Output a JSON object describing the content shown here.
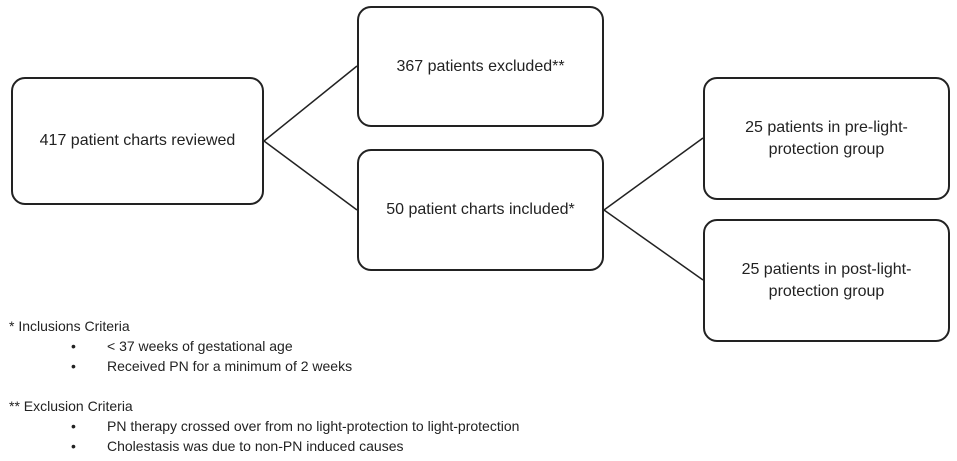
{
  "flowchart": {
    "reviewed": "417 patient charts reviewed",
    "excluded": "367 patients excluded**",
    "included": "50 patient charts included*",
    "pre_group": "25 patients in pre-light-protection group",
    "post_group": "25 patients in post-light-protection group"
  },
  "inclusion": {
    "heading": "* Inclusions Criteria",
    "items": [
      "< 37 weeks of gestational age",
      "Received PN for a minimum of 2 weeks"
    ]
  },
  "exclusion": {
    "heading": "** Exclusion Criteria",
    "items": [
      "PN therapy crossed over from no light-protection to light-protection",
      "Cholestasis was due to non-PN induced causes"
    ]
  }
}
